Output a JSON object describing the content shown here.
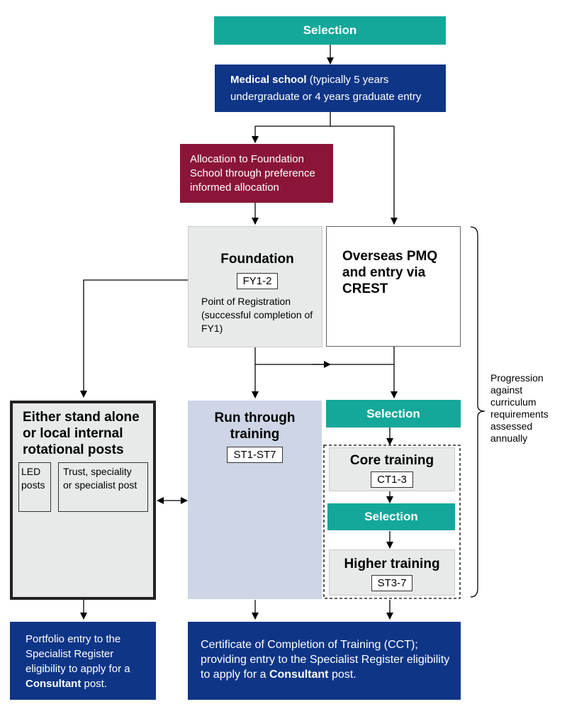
{
  "selection_top": "Selection",
  "medical_school": {
    "bold": "Medical school",
    "rest": "(typically 5 years undergraduate or 4 years graduate entry"
  },
  "allocation": "Allocation to Foundation School through preference informed allocation",
  "foundation": {
    "title": "Foundation",
    "code": "FY1-2",
    "note": "Point of Registration (successful completion of FY1)"
  },
  "overseas": "Overseas PMQ and entry via CREST",
  "stand_alone": {
    "title": "Either stand alone or local internal rotational posts",
    "led": "LED posts",
    "trust": "Trust, speciality or specialist post"
  },
  "run_through": {
    "title": "Run through training",
    "code": "ST1-ST7"
  },
  "selection_mid": "Selection",
  "core": {
    "title": "Core training",
    "code": "CT1-3"
  },
  "selection_inner": "Selection",
  "higher": {
    "title": "Higher training",
    "code": "ST3-7"
  },
  "progression_note": "Progression against curriculum requirements assessed annually",
  "portfolio": {
    "pre": "Portfolio entry to the Specialist Register eligibility to apply for a",
    "bold": "Consultant",
    "post": "post."
  },
  "cct": {
    "pre": "Certificate of Completion of Training (CCT); providing entry to the Specialist Register eligibility to apply for a",
    "bold": "Consultant",
    "post": "post."
  },
  "colors": {
    "teal": "#14a89a",
    "navy": "#0f3587",
    "maroon": "#8b1538",
    "grey": "#e8eaea",
    "lavender": "#cdd5e6"
  }
}
